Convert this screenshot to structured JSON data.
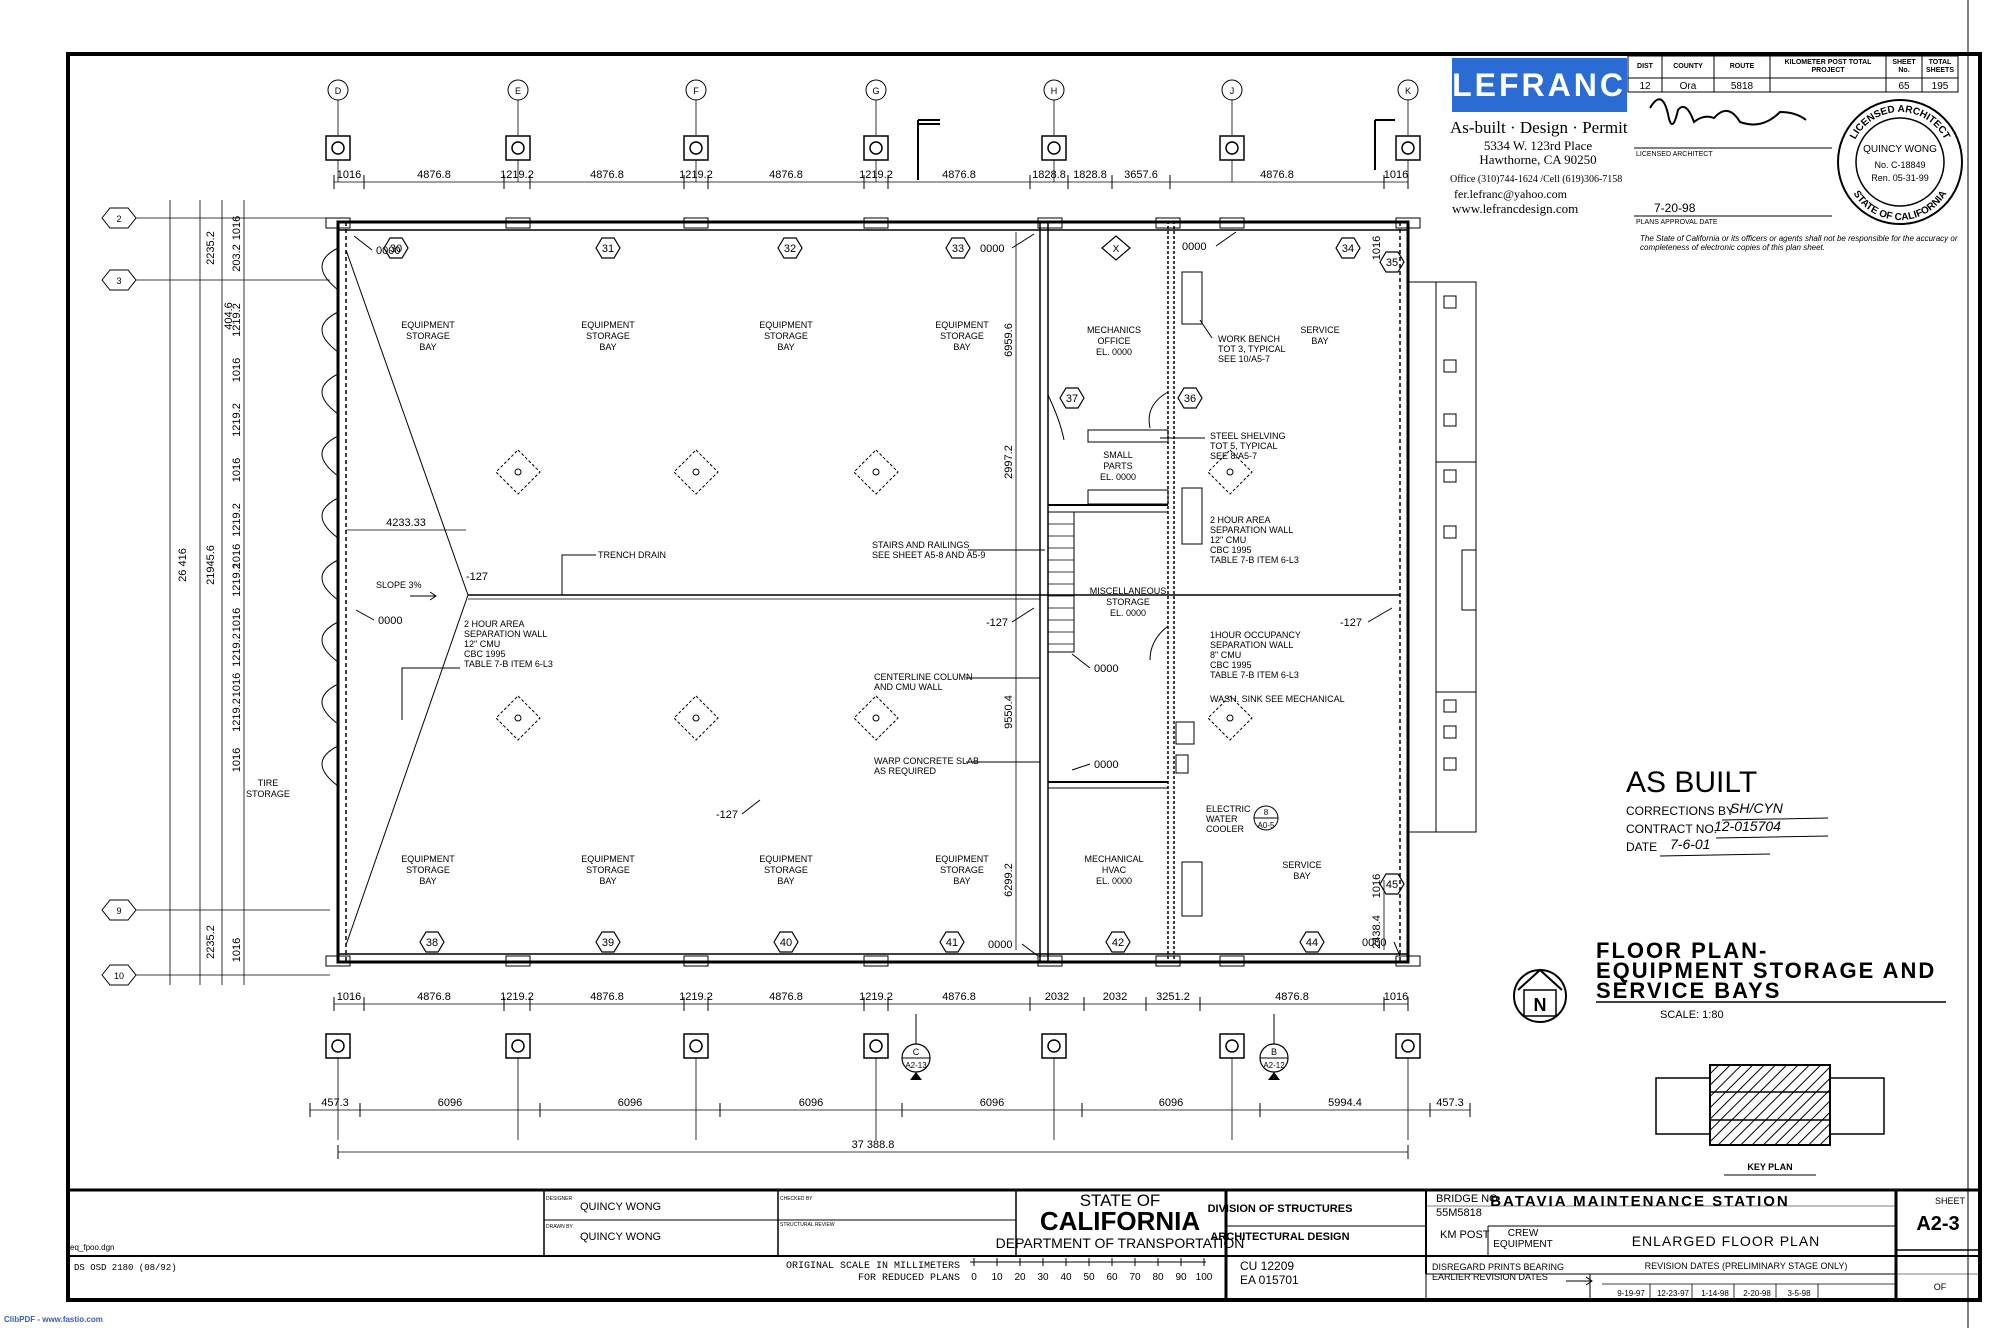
{
  "firm": {
    "logo_text": "LEFRANC",
    "tagline": "As-built · Design · Permit",
    "address_line1": "5334 W. 123rd Place",
    "address_line2": "Hawthorne, CA 90250",
    "phone": "Office (310)744-1624 /Cell (619)306-7158",
    "email": "fer.lefranc@yahoo.com",
    "website": "www.lefrancdesign.com",
    "brand_color": "#2a6bd4"
  },
  "sheet_info": {
    "headers": [
      "DIST",
      "COUNTY",
      "ROUTE",
      "KILOMETER POST TOTAL PROJECT",
      "SHEET No.",
      "TOTAL SHEETS"
    ],
    "values": [
      "12",
      "Ora",
      "5818",
      "",
      "65",
      "195"
    ]
  },
  "approval": {
    "licensed_architect_label": "LICENSED ARCHITECT",
    "date": "7-20-98",
    "plans_approval_label": "PLANS APPROVAL DATE",
    "disclaimer": "The State of California or its officers or agents shall not be responsible for the accuracy or completeness of electronic copies of this plan sheet."
  },
  "seal": {
    "top_text": "LICENSED ARCHITECT",
    "bottom_text": "STATE OF CALIFORNIA",
    "name": "QUINCY WONG",
    "number": "No. C-18849",
    "renewal": "Ren. 05-31-99"
  },
  "as_built": {
    "title": "AS BUILT",
    "corrections_label": "CORRECTIONS BY",
    "corrections_value": "SH/CYN",
    "contract_label": "CONTRACT NO.",
    "contract_value": "12-015704",
    "date_label": "DATE",
    "date_value": "7-6-01"
  },
  "drawing_title": {
    "line1": "FLOOR PLAN-",
    "line2": "EQUIPMENT STORAGE AND",
    "line3": "SERVICE BAYS",
    "scale": "SCALE: 1:80",
    "north": "N",
    "key_plan": "KEY PLAN"
  },
  "plan": {
    "grid_top": [
      "D",
      "E",
      "F",
      "G",
      "H",
      "J",
      "K"
    ],
    "grid_left": [
      "2",
      "3",
      "9",
      "10"
    ],
    "top_dims": [
      "1016",
      "4876.8",
      "1219.2",
      "4876.8",
      "1219.2",
      "4876.8",
      "1219.2",
      "4876.8",
      "1828.8",
      "1828.8",
      "3657.6",
      "4876.8",
      "1016"
    ],
    "bottom_dims": [
      "1016",
      "4876.8",
      "1219.2",
      "4876.8",
      "1219.2",
      "4876.8",
      "1219.2",
      "4876.8",
      "2032",
      "2032",
      "3251.2",
      "4876.8",
      "1016"
    ],
    "grid_dims": [
      "457.3",
      "6096",
      "6096",
      "6096",
      "6096",
      "6096",
      "5994.4",
      "457.3"
    ],
    "overall_width": "37 388.8",
    "left_dims_a": [
      "26 416",
      "21945.6",
      "2235.2",
      "2235.2",
      "404.6"
    ],
    "left_dims_b": [
      "1016",
      "203.2",
      "1219.2",
      "1016",
      "1219.2",
      "1016",
      "1219.2",
      "1016",
      "1219.2",
      "1016",
      "1219.2",
      "1016",
      "1219.2",
      "1016",
      "1016"
    ],
    "interior_dims": [
      "6959.6",
      "2997.2",
      "9550.4",
      "6299.2",
      "2438.4",
      "1016",
      "1016",
      "4233.33"
    ],
    "rooms": {
      "equipment_storage_bay": [
        "EQUIPMENT",
        "STORAGE",
        "BAY"
      ],
      "service_bay": [
        "SERVICE",
        "BAY"
      ],
      "mechanics_office": [
        "MECHANICS",
        "OFFICE",
        "EL. 0000"
      ],
      "small_parts": [
        "SMALL",
        "PARTS",
        "EL. 0000"
      ],
      "misc_storage": [
        "MISCELLANEOUS",
        "STORAGE",
        "EL. 0000"
      ],
      "mechanical_hvac": [
        "MECHANICAL",
        "HVAC",
        "EL. 0000"
      ],
      "tire_storage": [
        "TIRE",
        "STORAGE"
      ]
    },
    "notes": {
      "work_bench": [
        "WORK BENCH",
        "TOT 3, TYPICAL",
        "SEE 10/A5-7"
      ],
      "steel_shelving": [
        "STEEL SHELVING",
        "TOT 5, TYPICAL",
        "SEE 8/A5-7"
      ],
      "two_hour_wall_right": [
        "2 HOUR AREA",
        "SEPARATION WALL",
        "12\" CMU",
        "CBC 1995",
        "TABLE 7-B   ITEM 6-L3"
      ],
      "two_hour_wall_left": [
        "2 HOUR AREA",
        "SEPARATION WALL",
        "12\" CMU",
        "CBC 1995",
        "TABLE 7-B   ITEM 6-L3"
      ],
      "one_hour_wall": [
        "1HOUR OCCUPANCY",
        "SEPARATION WALL",
        "8\" CMU",
        "CBC 1995",
        "TABLE 7-B   ITEM 6-L3"
      ],
      "stairs": [
        "STAIRS AND RAILINGS",
        "SEE SHEET A5-8 AND A5-9"
      ],
      "trench_drain": "TRENCH DRAIN",
      "slope": "SLOPE 3%",
      "centerline": [
        "CENTERLINE COLUMN",
        "AND CMU WALL"
      ],
      "warp_slab": [
        "WARP CONCRETE SLAB",
        "AS REQUIRED"
      ],
      "wash_sink": "WASH. SINK SEE MECHANICAL",
      "water_cooler": [
        "ELECTRIC",
        "WATER",
        "COOLER"
      ],
      "water_cooler_ref": [
        "8",
        "A0-5"
      ],
      "section_a": [
        "C",
        "A2-13"
      ],
      "section_b": [
        "B",
        "A2-12"
      ]
    },
    "elev": {
      "zero": "0000",
      "neg": "-127"
    },
    "door_tags": [
      "30",
      "31",
      "32",
      "33",
      "34",
      "35",
      "36",
      "37",
      "38",
      "39",
      "40",
      "41",
      "42",
      "44",
      "45"
    ],
    "x_tag": "X"
  },
  "title_block": {
    "designer_label": "DESIGNER",
    "designer": "QUINCY WONG",
    "drawn_label": "DRAWN BY",
    "drawn": "QUINCY WONG",
    "checked_label": "CHECKED BY",
    "structural_label": "STRUCTURAL REVIEW",
    "state_of": "STATE OF",
    "california": "CALIFORNIA",
    "dept": "DEPARTMENT OF TRANSPORTATION",
    "division": "DIVISION OF STRUCTURES",
    "arch_design": "ARCHITECTURAL DESIGN",
    "bridge_label": "BRIDGE NO.",
    "bridge_no": "55M5818",
    "km_post": "KM POST",
    "station": "BATAVIA MAINTENANCE STATION",
    "crew_label": "CREW EQUIPMENT",
    "sheet_title": "ENLARGED FLOOR PLAN",
    "sheet_label": "SHEET",
    "sheet_no": "A2-3",
    "of_label": "OF",
    "cu": "CU  12209",
    "ea": "EA  015701",
    "scale_note_1": "ORIGINAL SCALE IN MILLIMETERS",
    "scale_note_2": "FOR REDUCED PLANS",
    "scale_ticks": [
      "0",
      "10",
      "20",
      "30",
      "40",
      "50",
      "60",
      "70",
      "80",
      "90",
      "100"
    ],
    "file_name": "eq_fpoo.dgn",
    "form_no": "DS  OSD  2180  (08/92)",
    "disregard": "DISREGARD PRINTS BEARING",
    "earlier": "EARLIER REVISION DATES",
    "revision_header": "REVISION DATES (PRELIMINARY STAGE ONLY)",
    "revision_dates": [
      "9-19-97",
      "12-23-97",
      "1-14-98",
      "2-20-98",
      "3-5-98"
    ]
  },
  "footer": {
    "credit": "ClibPDF - www.fastio.com"
  }
}
